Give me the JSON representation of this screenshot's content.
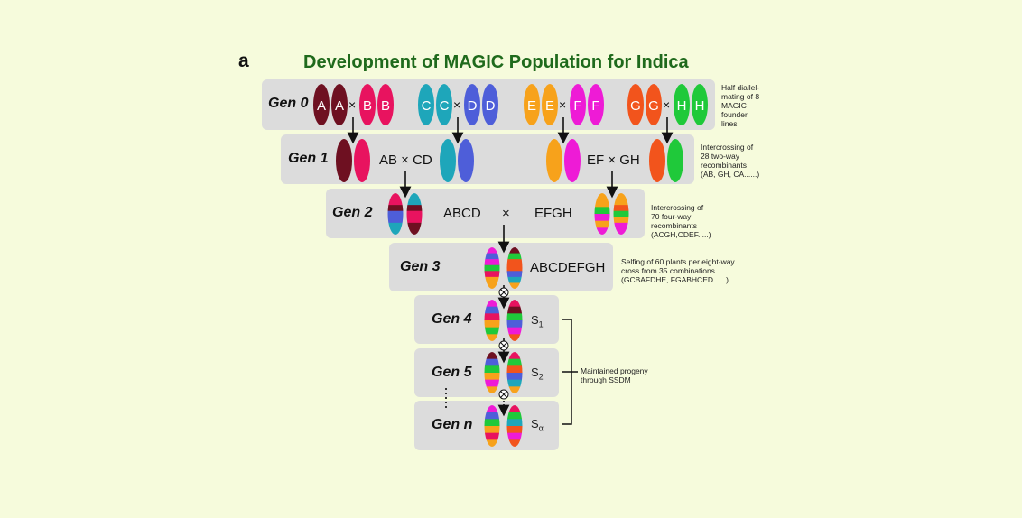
{
  "panel_letter": "a",
  "title": "Development of MAGIC Population for Indica",
  "colors": {
    "A": "#6e1021",
    "B": "#e8135f",
    "C": "#1ea6ba",
    "D": "#4e5ed9",
    "E": "#f7a21b",
    "F": "#ee1bd6",
    "G": "#f2541c",
    "H": "#1fc93a",
    "title": "#1f6a1c",
    "box": "#dcdcdc",
    "background": "#f6fbdc"
  },
  "generations": {
    "gen0": {
      "label": "Gen 0",
      "pairs": [
        {
          "left": "A",
          "right": "B",
          "sym": "×"
        },
        {
          "left": "C",
          "right": "D",
          "sym": "×"
        },
        {
          "left": "E",
          "right": "F",
          "sym": "×"
        },
        {
          "left": "G",
          "right": "H",
          "sym": "×"
        }
      ],
      "note": [
        "Half diallel-",
        "mating of 8",
        "MAGIC",
        "founder",
        "lines"
      ]
    },
    "gen1": {
      "label": "Gen 1",
      "cross1": "AB × CD",
      "cross2": "EF × GH",
      "note": [
        "Intercrossing of",
        "28 two-way",
        "recombinants",
        "(AB, GH, CA......)"
      ]
    },
    "gen2": {
      "label": "Gen 2",
      "left": "ABCD",
      "sym": "×",
      "right": "EFGH",
      "note": [
        "Intercrossing of",
        "70 four-way",
        "recombinants",
        "(ACGH,CDEF.....)"
      ]
    },
    "gen3": {
      "label": "Gen 3",
      "text": "ABCDEFGH",
      "note": [
        "Selfing of 60 plants per eight-way",
        "cross from 35 combinations",
        "(GCBAFDHE, FGABHCED......)"
      ]
    },
    "gen4": {
      "label": "Gen 4",
      "s": "S",
      "sub": "1"
    },
    "gen5": {
      "label": "Gen 5",
      "s": "S",
      "sub": "2"
    },
    "genn": {
      "label": "Gen n",
      "s": "S",
      "sub": "α"
    },
    "ssdm_note": [
      "Maintained progeny",
      "through SSDM"
    ]
  }
}
